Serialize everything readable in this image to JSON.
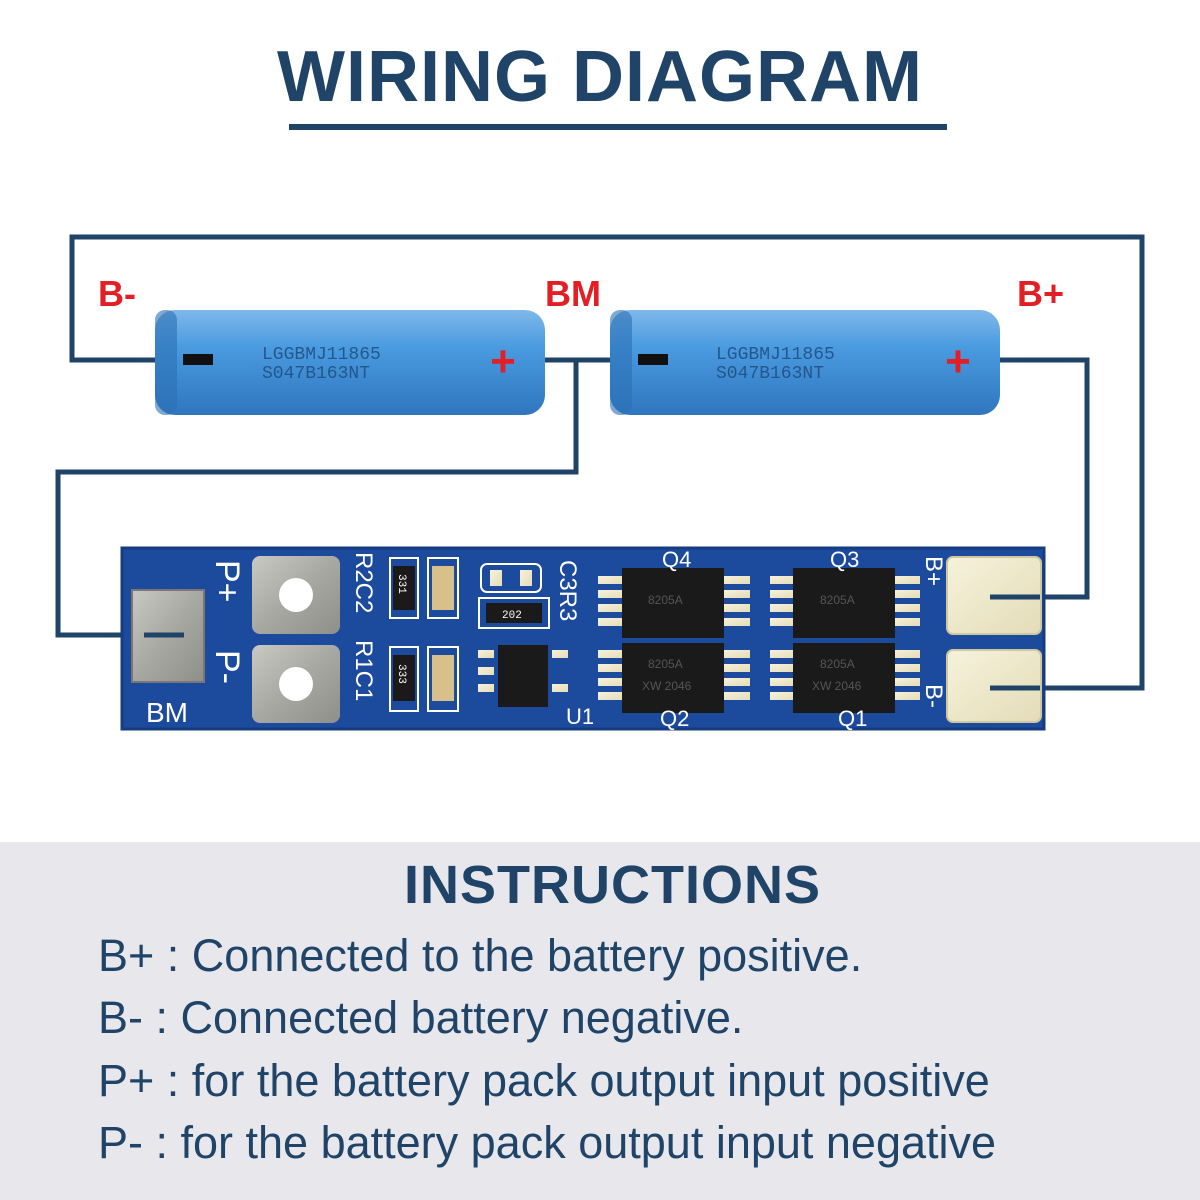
{
  "title": "WIRING DIAGRAM",
  "terminals": {
    "b_minus": "B-",
    "bm": "BM",
    "b_plus": "B+"
  },
  "battery": {
    "minus": "−",
    "plus": "+",
    "code1": "LGGBMJ11865",
    "code2": "S047B163NT"
  },
  "board": {
    "pad_bm": "BM",
    "p_plus": "P+",
    "p_minus": "P-",
    "b_plus": "B+",
    "b_minus": "B-",
    "r2c2": "R2C2",
    "r1c1": "R1C1",
    "c3r3": "C3R3",
    "r331": "331",
    "r333": "333",
    "r202": "202",
    "u1": "U1",
    "q1": "Q1",
    "q2": "Q2",
    "q3": "Q3",
    "q4": "Q4",
    "chip_code": "8205A",
    "chip_sub": "XW 2046"
  },
  "colors": {
    "navy": "#1f4467",
    "red": "#e31e24",
    "cell_blue": "#3f8fd6",
    "pcb_blue": "#1c4a9c"
  },
  "instructions": {
    "title": "INSTRUCTIONS",
    "lines": [
      "B+ : Connected to the battery positive.",
      "B- : Connected battery negative.",
      "P+ : for the battery pack output input positive",
      "P- : for the battery pack output input negative"
    ]
  }
}
